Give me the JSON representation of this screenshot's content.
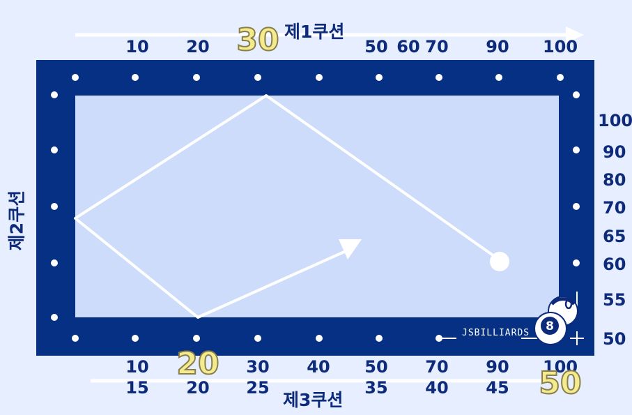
{
  "titles": {
    "cushion1": "제1쿠션",
    "cushion2": "제2쿠션",
    "cushion3": "제3쿠션"
  },
  "brand": "JSBILLIARDS",
  "top_labels": [
    "10",
    "20",
    "50",
    "60",
    "70",
    "90",
    "100"
  ],
  "top_highlight": "30",
  "right_labels": [
    "100",
    "90",
    "80",
    "70",
    "65",
    "60",
    "55",
    "50"
  ],
  "bottom_row1": [
    "10",
    "30",
    "40",
    "50",
    "70",
    "90",
    "100"
  ],
  "bottom_row1_highlight": "20",
  "bottom_row2": [
    "15",
    "20",
    "25",
    "35",
    "40",
    "45"
  ],
  "bottom_row2_highlight": "50",
  "colors": {
    "background": "#e6eeff",
    "rail": "#063083",
    "cloth": "#ccdcfa",
    "text": "#0d2b7a",
    "highlight": "#f3eb8e",
    "path": "#ffffff"
  },
  "icons": [
    "eight-ball-icon",
    "zero-ball-icon",
    "cue-ball-icon",
    "arrow-head-icon"
  ]
}
